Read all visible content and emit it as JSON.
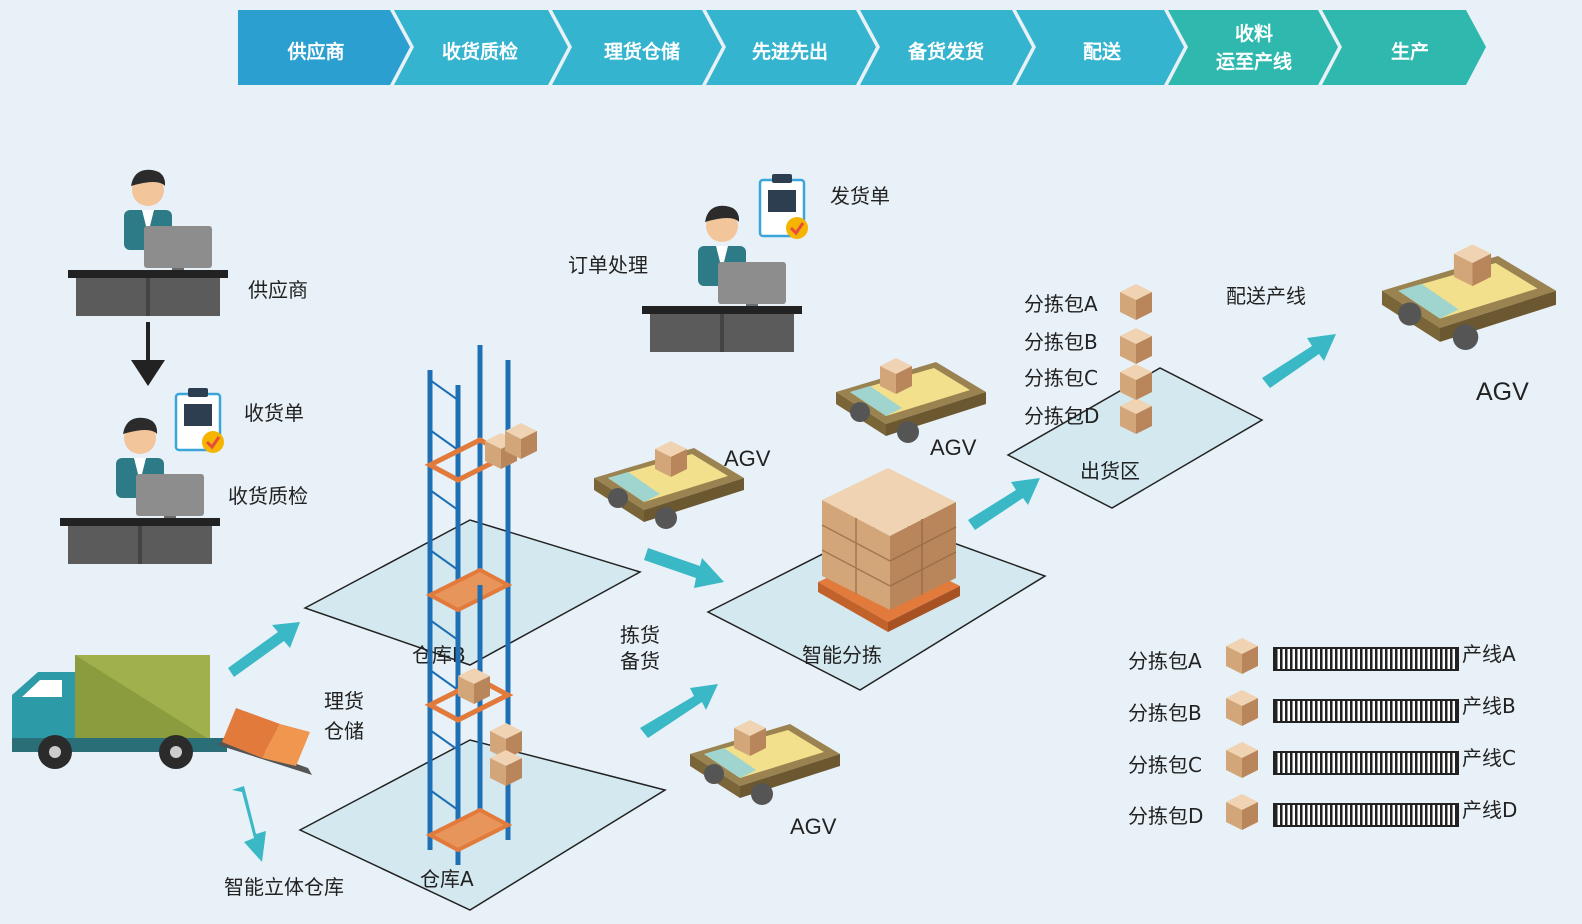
{
  "process_steps": [
    {
      "label": "供应商",
      "color": "#2a9fd0"
    },
    {
      "label": "收货质检",
      "color": "#35b4cf"
    },
    {
      "label": "理货仓储",
      "color": "#35b4cf"
    },
    {
      "label": "先进先出",
      "color": "#35b4cf"
    },
    {
      "label": "备货发货",
      "color": "#35b4cf"
    },
    {
      "label": "配送",
      "color": "#35b4cf"
    },
    {
      "label_line1": "收料",
      "label_line2": "运至产线",
      "color": "#2fb8ad"
    },
    {
      "label": "生产",
      "color": "#2fb8ad"
    }
  ],
  "labels": {
    "supplier": "供应商",
    "receipt_doc": "收货单",
    "receive_inspect": "收货质检",
    "order_processing": "订单处理",
    "shipping_doc": "发货单",
    "warehouse_b": "仓库B",
    "warehouse_a": "仓库A",
    "stock_storage_line1": "理货",
    "stock_storage_line2": "仓储",
    "picking_line1": "拣货",
    "picking_line2": "备货",
    "smart_sorting": "智能分拣",
    "shipping_area": "出货区",
    "deliver_line": "配送产线",
    "smart_warehouse": "智能立体仓库",
    "agv_1": "AGV",
    "agv_2": "AGV",
    "agv_3": "AGV",
    "agv_4": "AGV"
  },
  "stack_packages": [
    "分拣包A",
    "分拣包B",
    "分拣包C",
    "分拣包D"
  ],
  "line_map": [
    {
      "package": "分拣包A",
      "line": "产线A"
    },
    {
      "package": "分拣包B",
      "line": "产线B"
    },
    {
      "package": "分拣包C",
      "line": "产线C"
    },
    {
      "package": "分拣包D",
      "line": "产线D"
    }
  ],
  "colors": {
    "arrow": "#3ab8c6",
    "rack": "#1e6fb4",
    "shelf": "#e27a3c",
    "box": "#dcb590",
    "agv_body": "#a48a55",
    "agv_belt": "#f2e08c",
    "truck_cargo": "#8a9c3e",
    "truck_cab": "#2d9aa8"
  }
}
